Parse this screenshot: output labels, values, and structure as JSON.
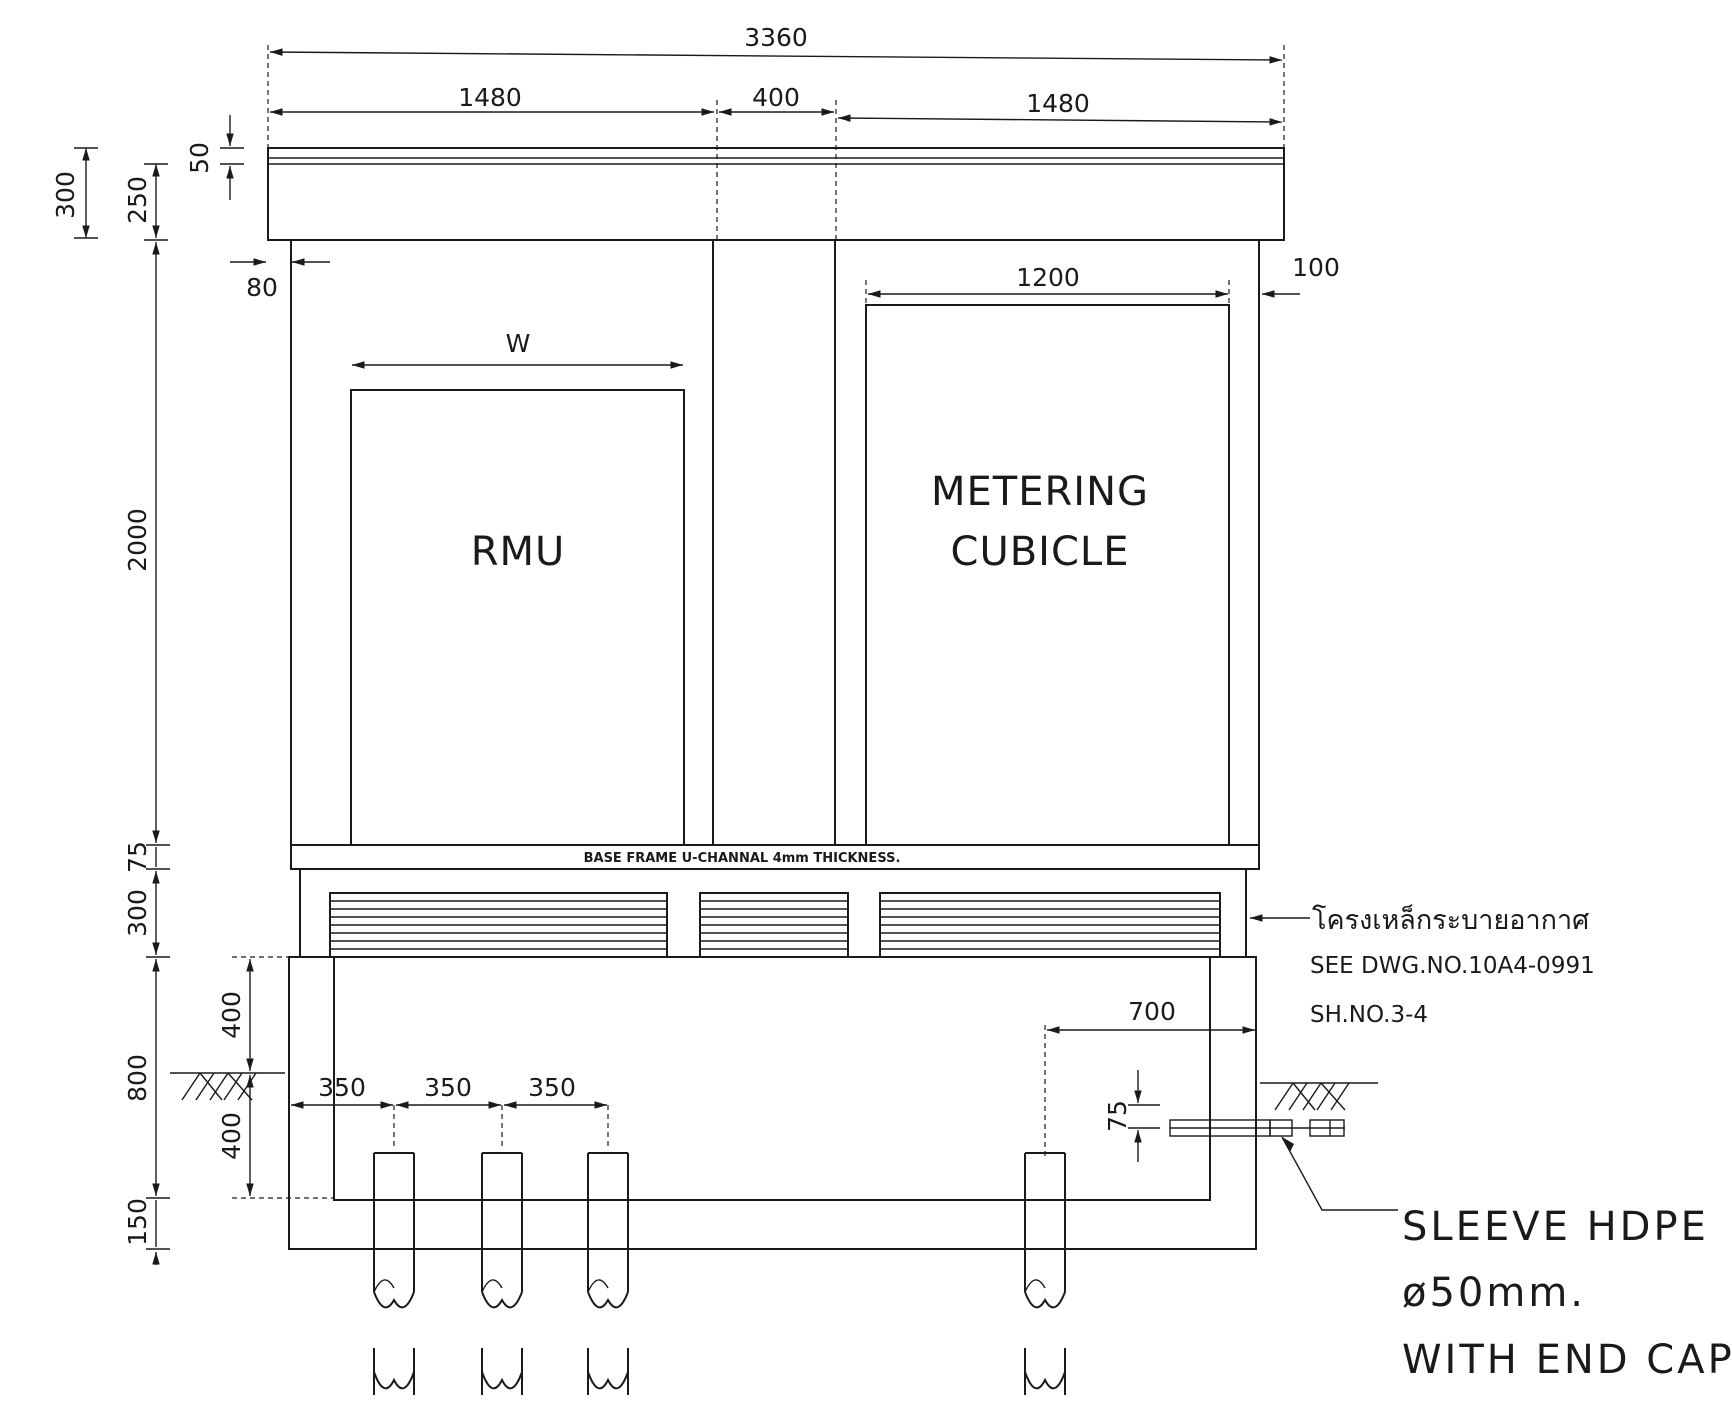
{
  "dimensions": {
    "overall_width": "3360",
    "left_bay": "1480",
    "center_bay": "400",
    "right_bay": "1480",
    "roof_total": "300",
    "roof_body": "250",
    "roof_cap": "50",
    "wall_offset": "80",
    "right_offset": "100",
    "door_width": "1200",
    "rmu_width": "W",
    "wall_height": "2000",
    "base_frame": "75",
    "vent_height": "300",
    "foundation_depth": "800",
    "foundation_upper": "400",
    "foundation_lower": "400",
    "slab": "150",
    "pile_spacing_1": "350",
    "pile_spacing_2": "350",
    "pile_spacing_3": "350",
    "right_pile": "700",
    "sleeve_depth": "75"
  },
  "labels": {
    "rmu": "RMU",
    "metering_1": "METERING",
    "metering_2": "CUBICLE",
    "base_frame": "BASE FRAME U-CHANNAL 4mm THICKNESS.",
    "vent_thai": "โครงเหล็กระบายอากาศ",
    "vent_ref_1": "SEE DWG.NO.10A4-0991",
    "vent_ref_2": "SH.NO.3-4",
    "sleeve_1": "SLEEVE HDPE",
    "sleeve_2": "ø50mm.",
    "sleeve_3": "WITH END CAP"
  }
}
